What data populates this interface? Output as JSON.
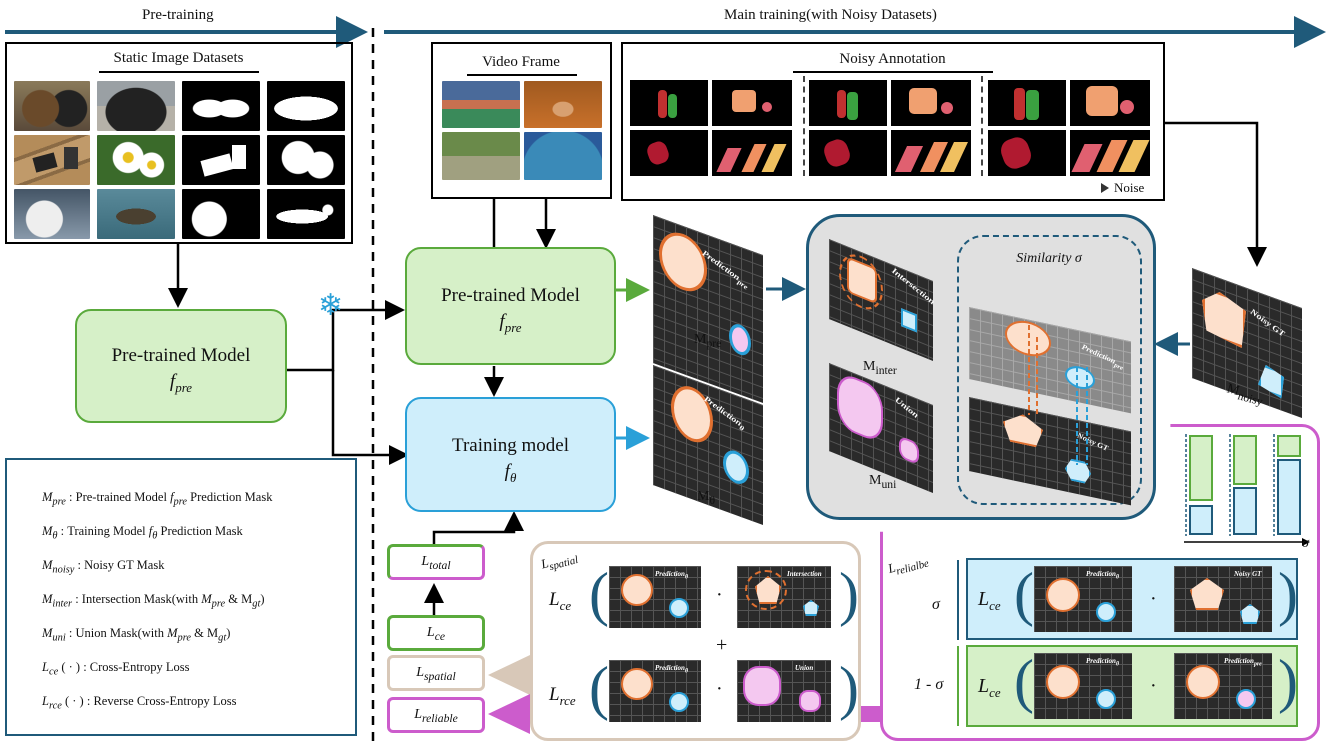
{
  "phases": {
    "pretraining": "Pre-training",
    "main": "Main training(with Noisy Datasets)"
  },
  "datasets": {
    "static_title": "Static Image Datasets",
    "video_title": "Video Frame",
    "noisy_title": "Noisy Annotation",
    "noise_label": "Noise"
  },
  "models": {
    "pretrained_left_title": "Pre-trained Model",
    "pretrained_left_sub": "f",
    "pretrained_left_sub_idx": "pre",
    "pretrained_title": "Pre-trained Model",
    "pretrained_sub": "f",
    "pretrained_sub_idx": "pre",
    "training_title": "Training model",
    "training_sub": "f",
    "training_sub_idx": "θ"
  },
  "masks": {
    "m_pre": "M",
    "m_pre_idx": "pre",
    "m_theta": "M",
    "m_theta_idx": "θ",
    "m_inter": "M",
    "m_inter_idx": "inter",
    "m_uni": "M",
    "m_uni_idx": "uni",
    "m_noisy": "M",
    "m_noisy_idx": "noisy",
    "pred_pre_tile": "Prediction",
    "pred_pre_tile_idx": "pre",
    "pred_theta_tile": "Prediction",
    "pred_theta_tile_idx": "θ",
    "intersection_tile": "Intersection",
    "union_tile": "Union",
    "noisy_gt_tile": "Noisy GT"
  },
  "similarity": {
    "title": "Similarity σ",
    "top_plane": "Prediction",
    "top_plane_idx": "pre",
    "bottom_plane": "Noisy GT",
    "axis": "σ"
  },
  "losses": {
    "total": "L",
    "total_idx": "total",
    "ce": "L",
    "ce_idx": "ce",
    "spatial": "L",
    "spatial_idx": "spatial",
    "reliable": "L",
    "reliable_idx": "reliable",
    "spatial_panel_label": "L",
    "spatial_panel_idx": "spatial",
    "reliable_panel_label": "L",
    "reliable_panel_idx": "relialbe",
    "lce": "L",
    "lce_idx": "ce",
    "lrce": "L",
    "lrce_idx": "rce",
    "plus": "+",
    "dot": "·",
    "sigma": "σ",
    "one_minus_sigma": "1 - σ",
    "pred_theta": "Prediction",
    "pred_theta_idx": "θ",
    "intersection": "Intersection",
    "union": "Union",
    "noisy_gt": "Noisy GT",
    "pred_pre": "Prediction",
    "pred_pre_idx": "pre"
  },
  "legend": [
    {
      "sym": "M",
      "idx": "pre",
      "text": " : Pre-trained Model ",
      "sym2": "f",
      "idx2": "pre",
      "text2": " Prediction Mask"
    },
    {
      "sym": "M",
      "idx": "θ",
      "text": " : Training Model ",
      "sym2": "f",
      "idx2": "θ",
      "text2": " Prediction Mask"
    },
    {
      "sym": "M",
      "idx": "noisy",
      "text": " : Noisy GT Mask",
      "sym2": "",
      "idx2": "",
      "text2": ""
    },
    {
      "sym": "M",
      "idx": "inter",
      "text": " : Intersection Mask(with ",
      "sym2": "M",
      "idx2": "pre",
      "text2": " & M",
      "idx3": "gt",
      "text3": ")"
    },
    {
      "sym": "M",
      "idx": "uni",
      "text": " : Union Mask(with ",
      "sym2": "M",
      "idx2": "pre",
      "text2": " & M",
      "idx3": "gt",
      "text3": ")"
    },
    {
      "sym": "L",
      "idx": "ce",
      "text": " ( · ) : Cross-Entropy Loss",
      "sym2": "",
      "idx2": "",
      "text2": ""
    },
    {
      "sym": "L",
      "idx": "rce",
      "text": " ( · ) : Reverse Cross-Entropy Loss",
      "sym2": "",
      "idx2": "",
      "text2": ""
    }
  ],
  "colors": {
    "green": "#5aaa3c",
    "green_fill": "#d6f0c8",
    "blue": "#2aa0d8",
    "blue_fill": "#cfeefb",
    "purple": "#cc5ccc",
    "navy": "#1f5a7a",
    "beige": "#d8c8b8",
    "orange": "#e07030"
  }
}
